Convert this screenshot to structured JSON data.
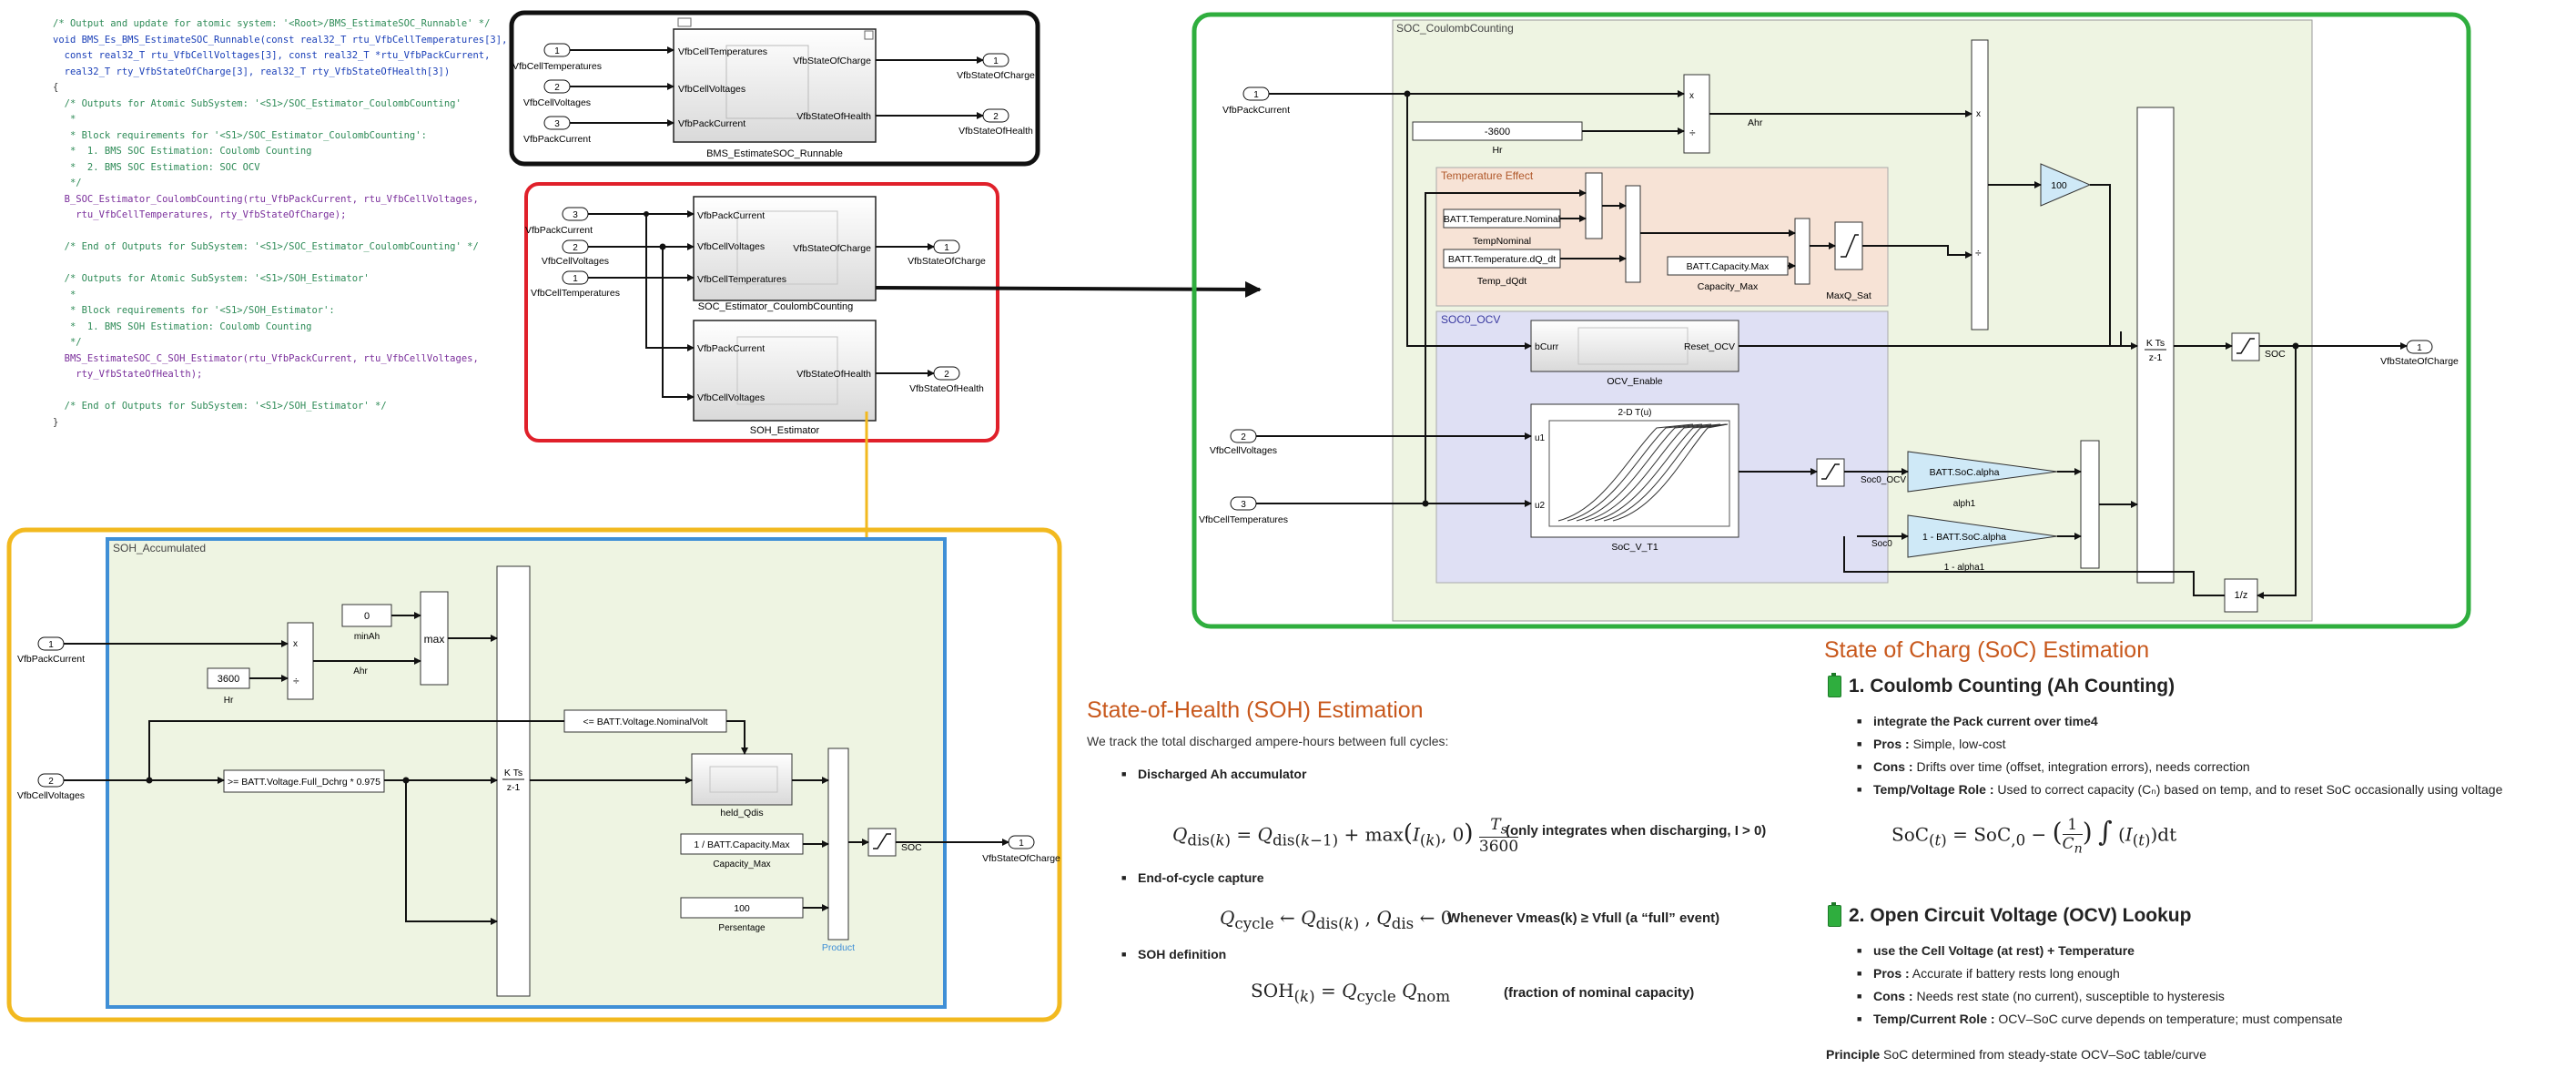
{
  "code": {
    "lines": [
      {
        "cls": "c-com",
        "text": "/* Output and update for atomic system: '<Root>/BMS_EstimateSOC_Runnable' */"
      },
      {
        "cls": "c-kw",
        "text": "void BMS_Es_BMS_EstimateSOC_Runnable(const real32_T rtu_VfbCellTemperatures[3],"
      },
      {
        "cls": "c-kw",
        "text": "  const real32_T rtu_VfbCellVoltages[3], const real32_T *rtu_VfbPackCurrent,"
      },
      {
        "cls": "c-kw",
        "text": "  real32_T rty_VfbStateOfCharge[3], real32_T rty_VfbStateOfHealth[3])"
      },
      {
        "cls": "c-plain",
        "text": "{"
      },
      {
        "cls": "c-com",
        "text": "  /* Outputs for Atomic SubSystem: '<S1>/SOC_Estimator_CoulombCounting'"
      },
      {
        "cls": "c-com",
        "text": "   *"
      },
      {
        "cls": "c-com",
        "text": "   * Block requirements for '<S1>/SOC_Estimator_CoulombCounting':"
      },
      {
        "cls": "c-com",
        "text": "   *  1. BMS SOC Estimation: Coulomb Counting"
      },
      {
        "cls": "c-com",
        "text": "   *  2. BMS SOC Estimation: SOC OCV"
      },
      {
        "cls": "c-com",
        "text": "   */"
      },
      {
        "cls": "c-fn",
        "text": "  B_SOC_Estimator_CoulombCounting(rtu_VfbPackCurrent, rtu_VfbCellVoltages,"
      },
      {
        "cls": "c-fn",
        "text": "    rtu_VfbCellTemperatures, rty_VfbStateOfCharge);"
      },
      {
        "cls": "c-plain",
        "text": ""
      },
      {
        "cls": "c-com",
        "text": "  /* End of Outputs for SubSystem: '<S1>/SOC_Estimator_CoulombCounting' */"
      },
      {
        "cls": "c-plain",
        "text": ""
      },
      {
        "cls": "c-com",
        "text": "  /* Outputs for Atomic SubSystem: '<S1>/SOH_Estimator'"
      },
      {
        "cls": "c-com",
        "text": "   *"
      },
      {
        "cls": "c-com",
        "text": "   * Block requirements for '<S1>/SOH_Estimator':"
      },
      {
        "cls": "c-com",
        "text": "   *  1. BMS SOH Estimation: Coulomb Counting"
      },
      {
        "cls": "c-com",
        "text": "   */"
      },
      {
        "cls": "c-fn",
        "text": "  BMS_EstimateSOC_C_SOH_Estimator(rtu_VfbPackCurrent, rtu_VfbCellVoltages,"
      },
      {
        "cls": "c-fn",
        "text": "    rty_VfbStateOfHealth);"
      },
      {
        "cls": "c-plain",
        "text": ""
      },
      {
        "cls": "c-com",
        "text": "  /* End of Outputs for SubSystem: '<S1>/SOH_Estimator' */"
      },
      {
        "cls": "c-plain",
        "text": "}"
      }
    ]
  },
  "top_model": {
    "in1": "1",
    "in2": "2",
    "in3": "3",
    "in1_label": "VfbCellTemperatures",
    "in2_label": "VfbCellVoltages",
    "in3_label": "VfbPackCurrent",
    "block_label": "BMS_EstimateSOC_Runnable",
    "port_temp": "VfbCellTemperatures",
    "port_volt": "VfbCellVoltages",
    "port_curr": "VfbPackCurrent",
    "port_soc": "VfbStateOfCharge",
    "port_soh": "VfbStateOfHealth",
    "out1": "1",
    "out2": "2",
    "out1_label": "VfbStateOfCharge",
    "out2_label": "VfbStateOfHealth",
    "dim": "3"
  },
  "mid_model": {
    "in3": "3",
    "in2": "2",
    "in1": "1",
    "in3_label": "VfbPackCurrent",
    "in2_label": "VfbCellVoltages",
    "in1_label": "VfbCellTemperatures",
    "soc_block": "SOC_Estimator_CoulombCounting",
    "soh_block": "SOH_Estimator",
    "p_curr": "VfbPackCurrent",
    "p_volt": "VfbCellVoltages",
    "p_temp": "VfbCellTemperatures",
    "p_soc": "VfbStateOfCharge",
    "p_soh": "VfbStateOfHealth",
    "out1": "1",
    "out2": "2",
    "out1_label": "VfbStateOfCharge",
    "out2_label": "VfbStateOfHealth"
  },
  "soc_model": {
    "area_title": "SOC_CoulombCounting",
    "temp_title": "Temperature Effect",
    "ocv_title": "SOC0_OCV",
    "in1": "1",
    "in1_label": "VfbPackCurrent",
    "in2": "2",
    "in2_label": "VfbCellVoltages",
    "in3": "3",
    "in3_label": "VfbCellTemperatures",
    "hr_value": "-3600",
    "hr_label": "Hr",
    "ahr_label": "Ahr",
    "temp_nominal": "BATT.Temperature.Nominal",
    "temp_nominal_label": "TempNominal",
    "temp_dq": "BATT.Temperature.dQ_dt",
    "temp_dq_label": "Temp_dQdt",
    "cap_max": "BATT.Capacity.Max",
    "cap_max_label": "Capacity_Max",
    "maxq_label": "MaxQ_Sat",
    "gain100": "100",
    "ocv_enable_label": "OCV_Enable",
    "bcurr": "bCurr",
    "reset_ocv": "Reset_OCV",
    "lut_title": "2-D T(u)",
    "lut_label": "SoC_V_T1",
    "u1": "u1",
    "u2": "u2",
    "soc0_ocv_label": "Soc0_OCV",
    "alpha_gain": "BATT.SoC.alpha",
    "alpha_label": "alph1",
    "one_minus_alpha": "1 - BATT.SoC.alpha",
    "one_minus_alpha_label": "1 - alpha1",
    "soc0": "Soc0",
    "int_num": "K Ts",
    "int_den": "z-1",
    "soc_label": "SOC",
    "out1": "1",
    "out1_label": "VfbStateOfCharge",
    "delay": "1/z",
    "dim": "3"
  },
  "soh_model": {
    "area_title": "SOH_Accumulated",
    "in1": "1",
    "in1_label": "VfbPackCurrent",
    "in2": "2",
    "in2_label": "VfbCellVoltages",
    "hr_value": "3600",
    "hr_label": "Hr",
    "ahr_label": "Ahr",
    "min_value": "0",
    "min_label": "minAh",
    "max_label": "max",
    "nominal_volt": "<= BATT.Voltage.NominalVolt",
    "full_dchrg": ">= BATT.Voltage.Full_Dchrg * 0.975",
    "held_label": "held_Qdis",
    "cap": "1 / BATT.Capacity.Max",
    "cap_label": "Capacity_Max",
    "pct": "100",
    "pct_label": "Persentage",
    "product_label": "Product",
    "soc_label": "SOC",
    "out1": "1",
    "out1_label": "VfbStateOfCharge",
    "int_num": "K Ts",
    "int_den": "z-1",
    "dim": "3"
  },
  "soh_notes": {
    "title": "State-of-Health (SOH) Estimation",
    "intro": "We track the total discharged ampere-hours between full cycles:",
    "b1": "Discharged Ah accumulator",
    "eq1_note": "(only integrates when discharging, I > 0)",
    "b2": "End-of-cycle capture",
    "eq2_note": "Whenever Vmeas(k) ≥ Vfull (a “full” event)",
    "b3": "SOH definition",
    "eq3_note": "(fraction of nominal capacity)"
  },
  "soc_notes": {
    "title": "State of Charg (SoC) Estimation",
    "h1": "1. Coulomb Counting (Ah Counting)",
    "cc_1": "integrate the Pack current over time4",
    "cc_2_k": "Pros :",
    "cc_2_v": " Simple, low-cost",
    "cc_3_k": "Cons :",
    "cc_3_v": " Drifts over time (offset, integration errors), needs correction",
    "cc_4_k": "Temp/Voltage Role :",
    "cc_4_v": " Used to correct capacity (Cₙ) based on temp, and to reset SoC occasionally using voltage",
    "h2": "2. Open Circuit Voltage (OCV) Lookup",
    "ocv_1": "use the Cell Voltage (at rest) + Temperature",
    "ocv_2_k": "Pros :",
    "ocv_2_v": " Accurate if battery rests long enough",
    "ocv_3_k": "Cons :",
    "ocv_3_v": " Needs rest state (no current), susceptible to hysteresis",
    "ocv_4_k": "Temp/Current Role :",
    "ocv_4_v": " OCV–SoC curve depends on temperature; must compensate",
    "principle_k": "Principle",
    "principle_v": " SoC determined from steady-state OCV–SoC table/curve"
  },
  "colors": {
    "black_frame": "#111111",
    "red_frame": "#e0202a",
    "green_frame": "#2fae3e",
    "yellow_frame": "#f2b91f",
    "blue_frame": "#3f8fd6",
    "sub_bg": "#eef4e2",
    "temp_bg": "#f7e3d6",
    "ocv_bg": "#dfe0f4",
    "gain_fill": "#cfe9f7",
    "title_orange": "#c8581c"
  }
}
